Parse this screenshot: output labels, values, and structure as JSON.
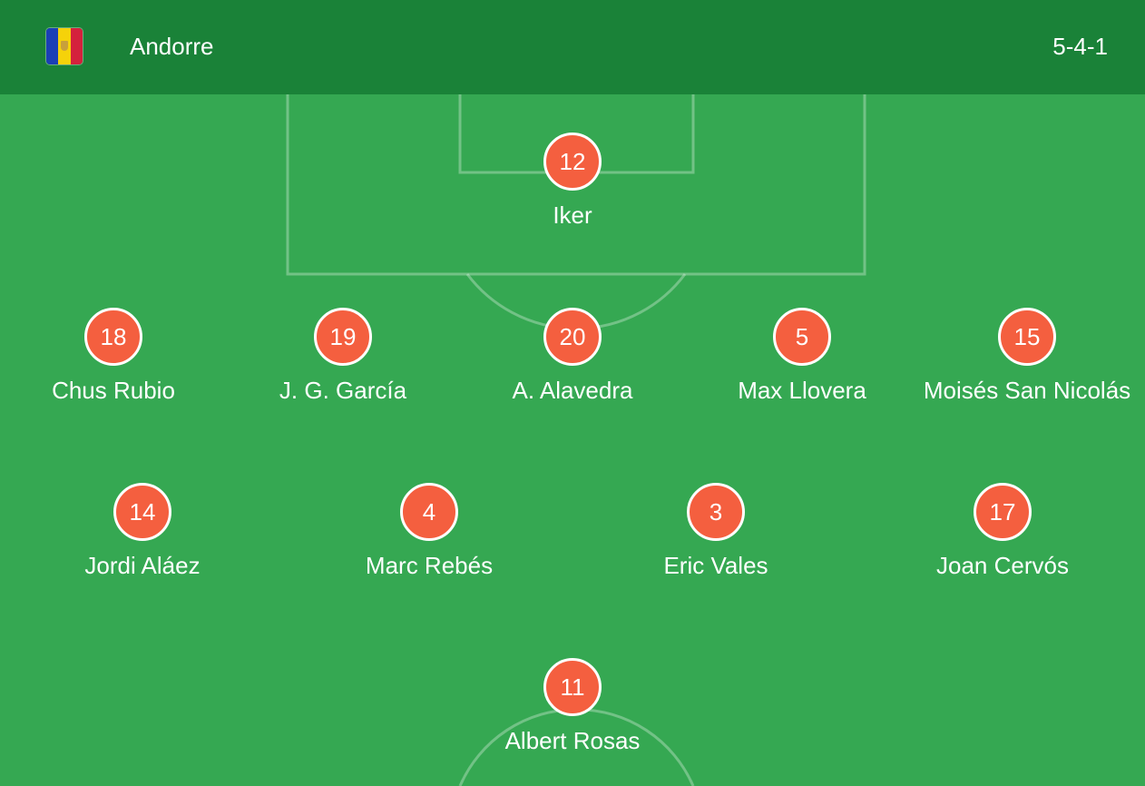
{
  "header": {
    "team_name": "Andorre",
    "formation": "5-4-1",
    "flag_icon": "andorra-flag-icon",
    "flag_colors": [
      "#1b3fb6",
      "#f5d20a",
      "#d4213d"
    ]
  },
  "colors": {
    "pitch": "#35a852",
    "header": "#1a8238",
    "player_badge": "#f45f3f"
  },
  "players": [
    {
      "number": "12",
      "name": "Iker"
    },
    {
      "number": "18",
      "name": "Chus Rubio"
    },
    {
      "number": "19",
      "name": "J. G. García"
    },
    {
      "number": "20",
      "name": "A. Alavedra"
    },
    {
      "number": "5",
      "name": "Max Llovera"
    },
    {
      "number": "15",
      "name": "Moisés San Nicolás"
    },
    {
      "number": "14",
      "name": "Jordi Aláez"
    },
    {
      "number": "4",
      "name": "Marc Rebés"
    },
    {
      "number": "3",
      "name": "Eric Vales"
    },
    {
      "number": "17",
      "name": "Joan Cervós"
    },
    {
      "number": "11",
      "name": "Albert Rosas"
    }
  ]
}
